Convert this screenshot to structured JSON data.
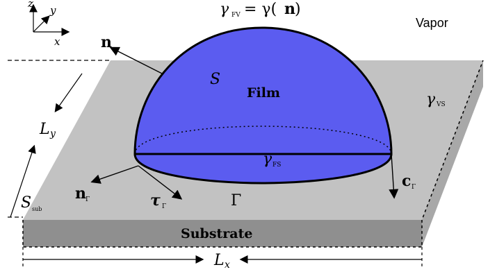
{
  "colors": {
    "substrate_top": "#c2c2c2",
    "substrate_front": "#8f8f8f",
    "substrate_side": "#a8a8a8",
    "film": "#5b5cf0",
    "stroke": "#000000"
  },
  "axes": {
    "z": "z",
    "y": "y",
    "x": "x"
  },
  "labels": {
    "gamma_fv_left": "γ",
    "gamma_fv_left_sub": "FV",
    "gamma_fv_equals": "= γ(",
    "gamma_fv_n": "n",
    "gamma_fv_close": ")",
    "vapor": "Vapor",
    "n": "n",
    "s": "S",
    "film": "Film",
    "gamma_vs": "γ",
    "gamma_vs_sub": "VS",
    "l_y": "L",
    "l_y_sub": "y",
    "gamma_fs": "γ",
    "gamma_fs_sub": "FS",
    "c_gamma": "c",
    "c_gamma_sub": "Γ",
    "n_gamma": "n",
    "n_gamma_sub": "Γ",
    "tau_gamma": "τ",
    "tau_gamma_sub": "Γ",
    "gamma": "Γ",
    "s_sub": "S",
    "s_sub_sub": "sub",
    "substrate": "Substrate",
    "l_x": "L",
    "l_x_sub": "x"
  }
}
